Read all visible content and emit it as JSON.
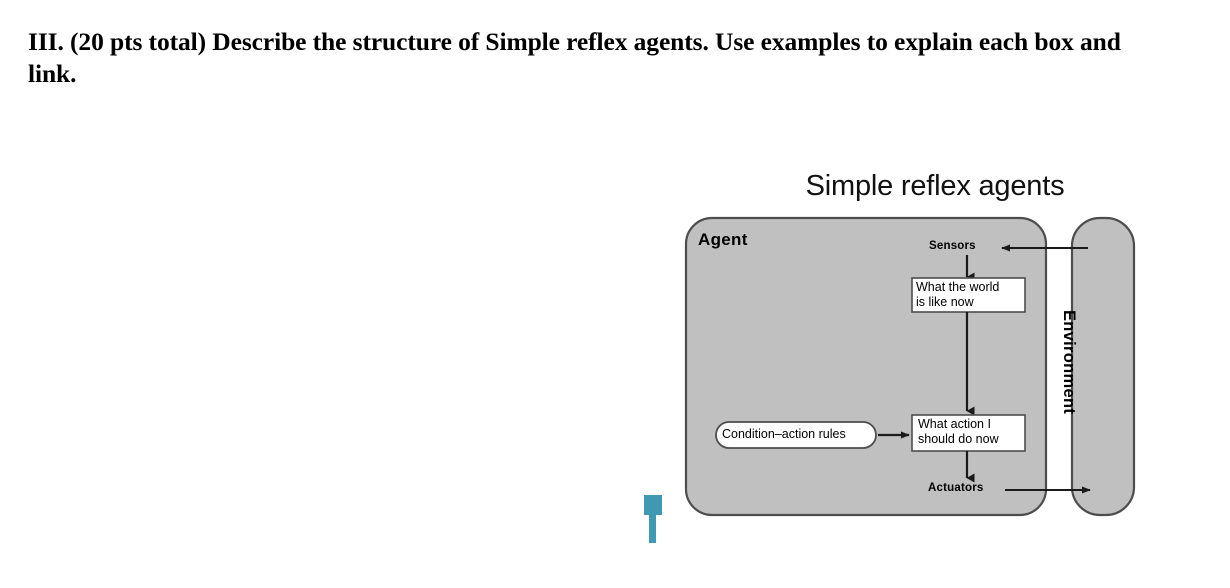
{
  "question": {
    "text": "III. (20 pts total) Describe the structure of Simple reflex agents. Use examples to explain each box and link."
  },
  "figure": {
    "title": "Simple reflex agents",
    "agent_label": "Agent",
    "environment_label": "Environment",
    "sensors_label": "Sensors",
    "actuators_label": "Actuators",
    "world_state_box": "What the world\nis like now",
    "action_box": "What action I\nshould do now",
    "rules_node": "Condition–action rules",
    "colors": {
      "agent_fill": "#c0c0c0",
      "environment_fill": "#c0c0c0",
      "box_fill": "#ffffff",
      "outline": "#4d4d4d",
      "arrow": "#1a1a1a",
      "text": "#000000",
      "cursor": "#3f99b3"
    }
  },
  "cursor": {
    "name": "text-caret",
    "color": "#3f99b3"
  }
}
